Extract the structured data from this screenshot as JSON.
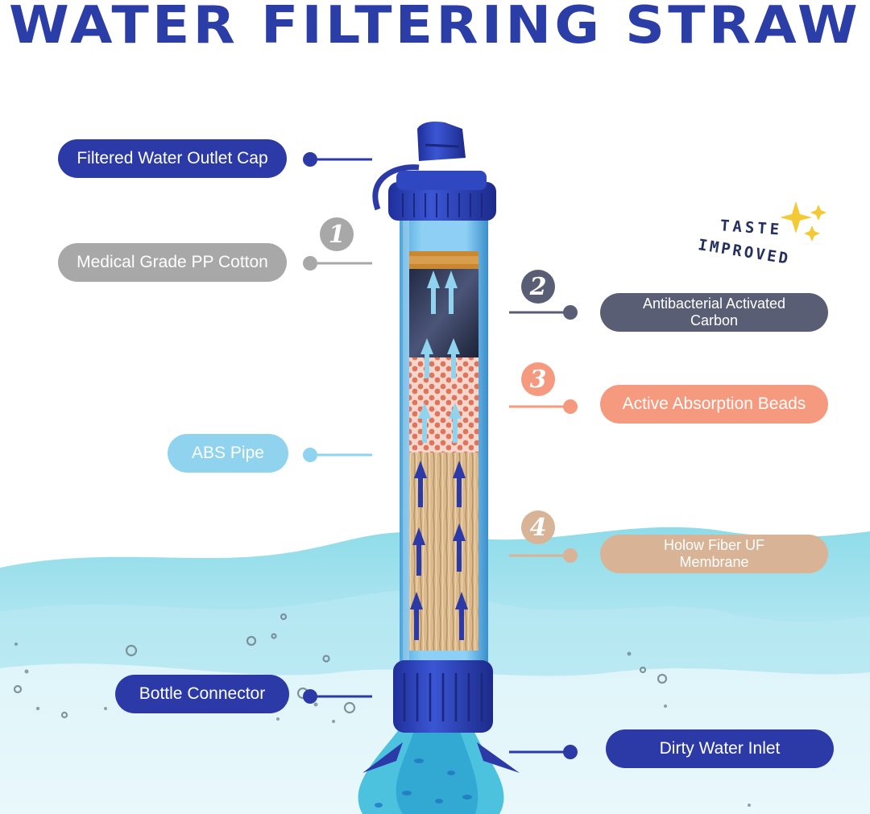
{
  "title": "WATER FILTERING STRAW",
  "badge": {
    "line1": "TASTE",
    "line2": "IMPROVED"
  },
  "labels": {
    "outlet_cap": "Filtered Water Outlet Cap",
    "pp_cotton": "Medical Grade PP Cotton",
    "abs_pipe": "ABS Pipe",
    "bottle_connector": "Bottle Connector",
    "carbon": "Antibacterial Activated Carbon",
    "beads": "Active Absorption Beads",
    "membrane": "Holow Fiber UF Membrane",
    "inlet": "Dirty Water Inlet"
  },
  "numbers": {
    "n1": "1",
    "n2": "2",
    "n3": "3",
    "n4": "4"
  },
  "colors": {
    "title": "#2b3ea8",
    "dark_blue": "#2c3aa8",
    "gray": "#a8a8a8",
    "slate": "#5a5e74",
    "orange": "#f59a7e",
    "light_blue": "#8fd3ef",
    "tan": "#d8b396",
    "water": "#8ad8e8"
  },
  "icons": [
    "sparkle-icon",
    "arrow-up-icon",
    "water-bubble-icon"
  ]
}
